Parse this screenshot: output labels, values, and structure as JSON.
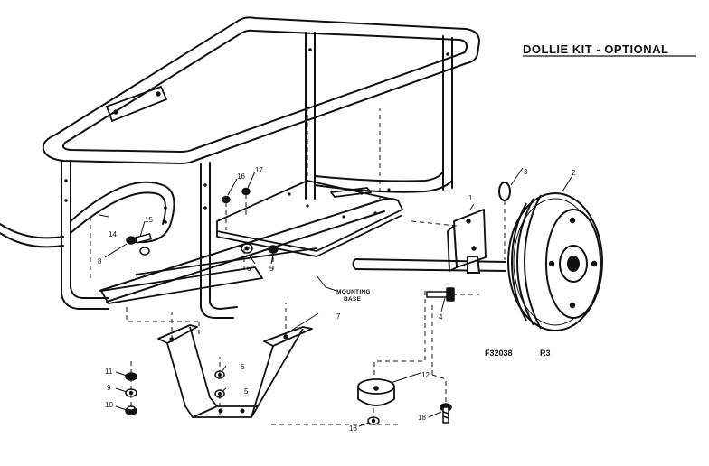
{
  "title": "DOLLIE KIT - OPTIONAL",
  "drawing_code": "F32038",
  "revision": "R3",
  "mounting_base_label": [
    "MOUNTING",
    "BASE"
  ],
  "callouts": {
    "c1": "1",
    "c2": "2",
    "c3": "3",
    "c4": "4",
    "c5a": "5",
    "c5b": "5",
    "c6a": "6",
    "c6b": "6",
    "c7": "7",
    "c8": "8",
    "c9": "9",
    "c10": "10",
    "c11": "11",
    "c12": "12",
    "c13": "13",
    "c14": "14",
    "c15": "15",
    "c16": "16",
    "c17": "17",
    "c18": "18"
  }
}
